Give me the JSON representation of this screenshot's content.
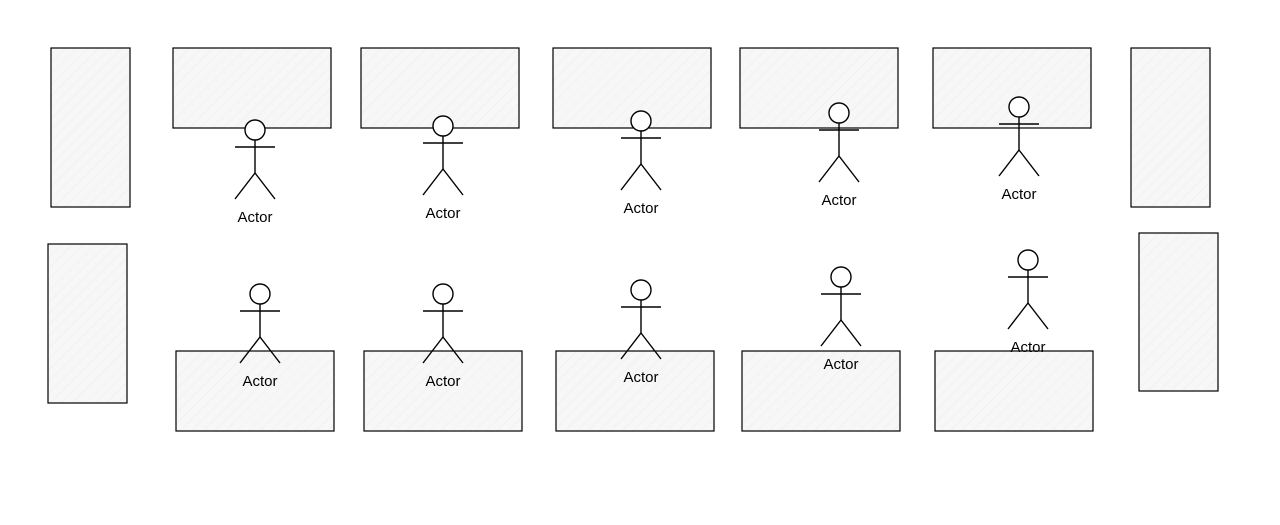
{
  "canvas": {
    "background": "#ffffff",
    "shape_fill": "#f7f7f7",
    "hatch_color": "#ececec",
    "stroke_color": "#000000"
  },
  "actors": [
    {
      "label": "Actor"
    },
    {
      "label": "Actor"
    },
    {
      "label": "Actor"
    },
    {
      "label": "Actor"
    },
    {
      "label": "Actor"
    },
    {
      "label": "Actor"
    },
    {
      "label": "Actor"
    },
    {
      "label": "Actor"
    },
    {
      "label": "Actor"
    },
    {
      "label": "Actor"
    }
  ]
}
